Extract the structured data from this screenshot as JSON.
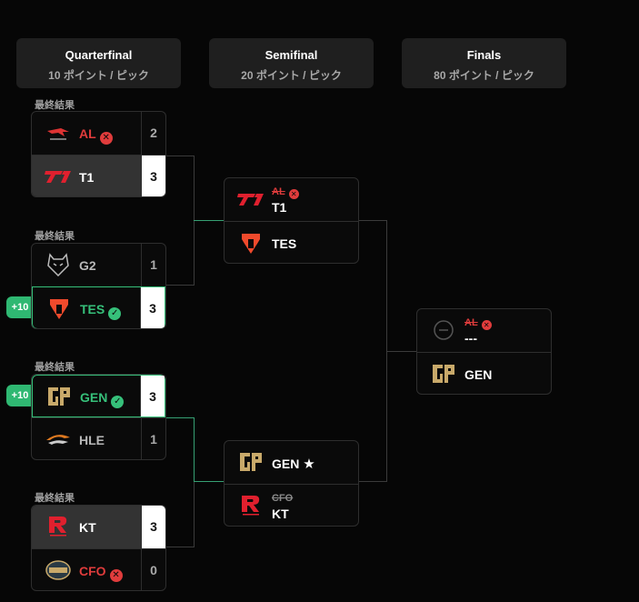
{
  "rounds": [
    {
      "title": "Quarterfinal",
      "points": "10 ポイント / ピック"
    },
    {
      "title": "Semifinal",
      "points": "20 ポイント / ピック"
    },
    {
      "title": "Finals",
      "points": "80 ポイント / ピック"
    }
  ],
  "final_result_label": "最終結果",
  "quarterfinals": [
    {
      "teams": [
        {
          "name": "AL",
          "score": "2",
          "status": "lost"
        },
        {
          "name": "T1",
          "score": "3",
          "status": "winner"
        }
      ]
    },
    {
      "teams": [
        {
          "name": "G2",
          "score": "1",
          "status": "none"
        },
        {
          "name": "TES",
          "score": "3",
          "status": "picked-correct"
        }
      ],
      "bonus": "+10"
    },
    {
      "teams": [
        {
          "name": "GEN",
          "score": "3",
          "status": "picked-correct"
        },
        {
          "name": "HLE",
          "score": "1",
          "status": "none"
        }
      ],
      "bonus": "+10"
    },
    {
      "teams": [
        {
          "name": "KT",
          "score": "3",
          "status": "winner"
        },
        {
          "name": "CFO",
          "score": "0",
          "status": "lost"
        }
      ]
    }
  ],
  "semifinals": [
    {
      "top": {
        "struck": "AL",
        "name": "T1"
      },
      "bottom": {
        "name": "TES"
      }
    },
    {
      "top": {
        "name": "GEN",
        "starred": true
      },
      "bottom": {
        "struck": "CFO",
        "name": "KT"
      }
    }
  ],
  "finals": {
    "top": {
      "struck": "AL",
      "name": "---"
    },
    "bottom": {
      "name": "GEN"
    }
  },
  "colors": {
    "win": "#36c07a",
    "loss": "#e03c3c",
    "connector_active": "#36a073"
  }
}
